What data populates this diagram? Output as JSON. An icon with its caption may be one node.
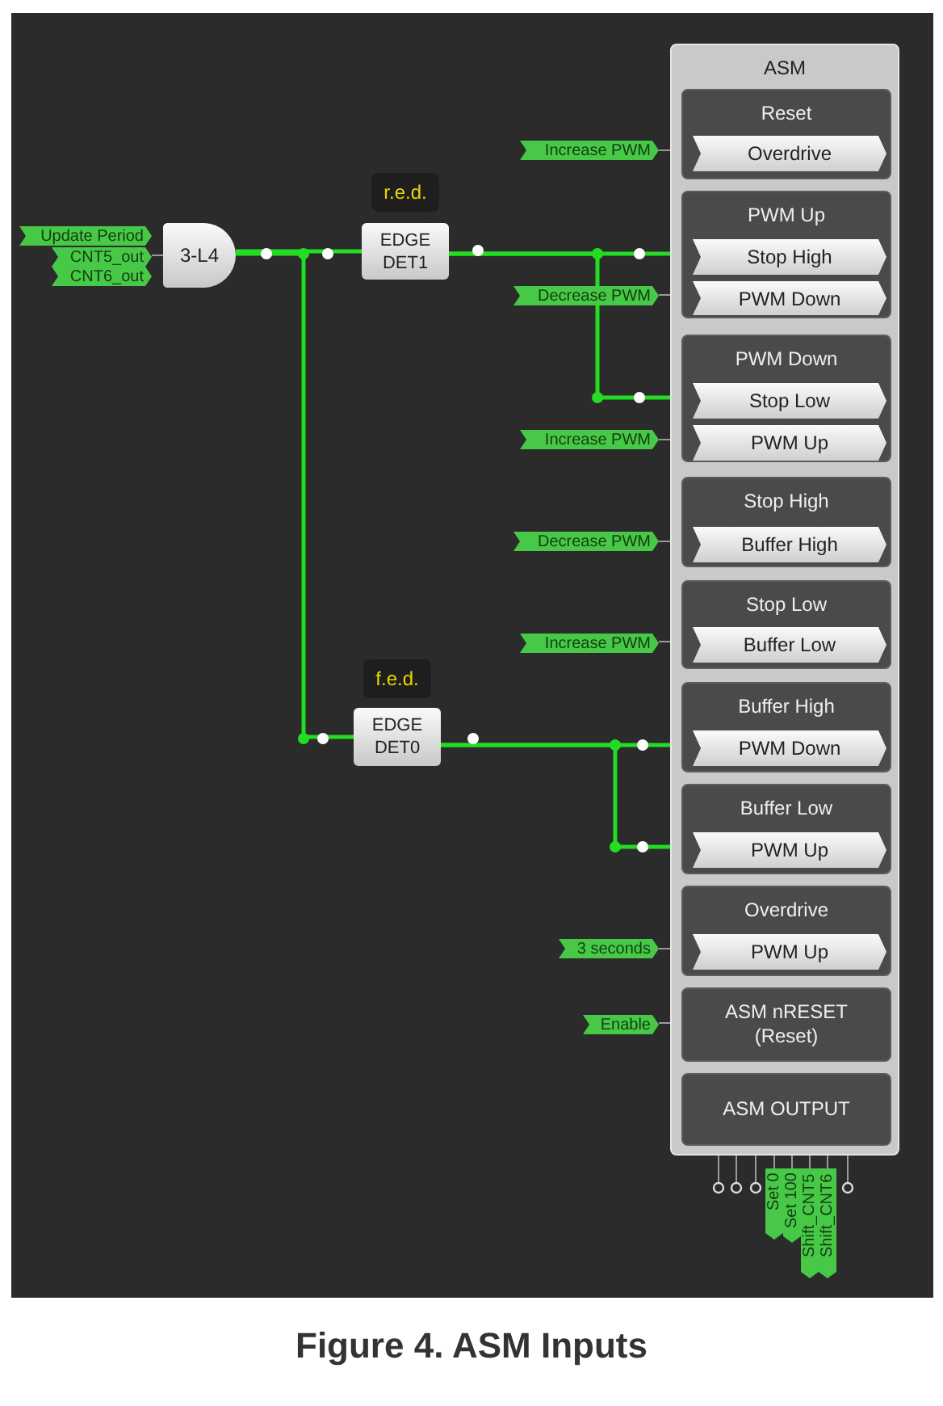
{
  "diagram": {
    "caption": "Figure 4. ASM Inputs",
    "nodes": [
      {
        "text": [
          "ASM"
        ]
      },
      {
        "text": [
          "Reset"
        ],
        "in": 0
      },
      {
        "text": [
          "Overdrive"
        ],
        "in": 1
      },
      {
        "text": [
          "PWM Up"
        ],
        "in": 0
      },
      {
        "text": [
          "Stop High"
        ],
        "in": 3
      },
      {
        "text": [
          "PWM Down"
        ],
        "in": 3
      },
      {
        "text": [
          "PWM Down"
        ],
        "in": 0
      },
      {
        "text": [
          "Stop Low"
        ],
        "in": 6
      },
      {
        "text": [
          "PWM Up"
        ],
        "in": 6
      },
      {
        "text": [
          "Stop High"
        ],
        "in": 0
      },
      {
        "text": [
          "Buffer High"
        ],
        "in": 9
      },
      {
        "text": [
          "Stop Low"
        ],
        "in": 0
      },
      {
        "text": [
          "Buffer Low"
        ],
        "in": 11
      },
      {
        "text": [
          "Buffer High"
        ],
        "in": 0
      },
      {
        "text": [
          "PWM Down"
        ],
        "in": 13
      },
      {
        "text": [
          "Buffer Low"
        ],
        "in": 0
      },
      {
        "text": [
          "PWM Up"
        ],
        "in": 15
      },
      {
        "text": [
          "Overdrive"
        ],
        "in": 0
      },
      {
        "text": [
          "PWM Up"
        ],
        "in": 17
      },
      {
        "text": [
          "ASM nRESET (Reset)"
        ],
        "in": 0
      },
      {
        "text": [
          "ASM OUTPUT"
        ],
        "in": 0
      },
      {
        "text": [
          "Update Period"
        ]
      },
      {
        "text": [
          "CNT5_out"
        ]
      },
      {
        "text": [
          "CNT6_out"
        ]
      },
      {
        "text": [
          "3-L4"
        ]
      },
      {
        "text": [
          "EDGE DET1"
        ],
        "beside": [
          "r.e.d."
        ]
      },
      {
        "text": [
          "EDGE DET0"
        ],
        "beside": [
          "f.e.d."
        ]
      },
      {
        "text": [
          "Increase PWM"
        ]
      },
      {
        "text": [
          "Decrease PWM"
        ]
      },
      {
        "text": [
          "Increase PWM"
        ]
      },
      {
        "text": [
          "Decrease PWM"
        ]
      },
      {
        "text": [
          "Increase PWM"
        ]
      },
      {
        "text": [
          "3 seconds"
        ]
      },
      {
        "text": [
          "Enable"
        ]
      },
      {
        "text": [
          "Set 0"
        ]
      },
      {
        "text": [
          "Set 100"
        ]
      },
      {
        "text": [
          "Shift_CNT5"
        ]
      },
      {
        "text": [
          "Shift_CNT6"
        ]
      }
    ],
    "edges": [
      {
        "from": 21,
        "to": 24,
        "arrow": "none"
      },
      {
        "from": 22,
        "to": 24,
        "arrow": "none"
      },
      {
        "from": 23,
        "to": 24,
        "arrow": "none"
      },
      {
        "from": 24,
        "to": 25,
        "arrow": "none",
        "style": "thick",
        "color": "#22dd22"
      },
      {
        "from": 24,
        "to": 26,
        "arrow": "none",
        "style": "thick",
        "color": "#22dd22"
      },
      {
        "from": 25,
        "to": 4,
        "arrow": "none",
        "style": "thick",
        "color": "#22dd22"
      },
      {
        "from": 25,
        "to": 7,
        "arrow": "none",
        "style": "thick",
        "color": "#22dd22"
      },
      {
        "from": 26,
        "to": 14,
        "arrow": "none",
        "style": "thick",
        "color": "#22dd22"
      },
      {
        "from": 26,
        "to": 16,
        "arrow": "none",
        "style": "thick",
        "color": "#22dd22"
      },
      {
        "from": 27,
        "to": 2,
        "arrow": "none"
      },
      {
        "from": 28,
        "to": 5,
        "arrow": "none"
      },
      {
        "from": 29,
        "to": 8,
        "arrow": "none"
      },
      {
        "from": 30,
        "to": 10,
        "arrow": "none"
      },
      {
        "from": 31,
        "to": 12,
        "arrow": "none"
      },
      {
        "from": 32,
        "to": 18,
        "arrow": "none"
      },
      {
        "from": 33,
        "to": 19,
        "arrow": "none"
      },
      {
        "from": 20,
        "to": 34,
        "arrow": "none"
      },
      {
        "from": 20,
        "to": 35,
        "arrow": "none"
      },
      {
        "from": 20,
        "to": 36,
        "arrow": "none"
      },
      {
        "from": 20,
        "to": 37,
        "arrow": "none"
      }
    ]
  }
}
